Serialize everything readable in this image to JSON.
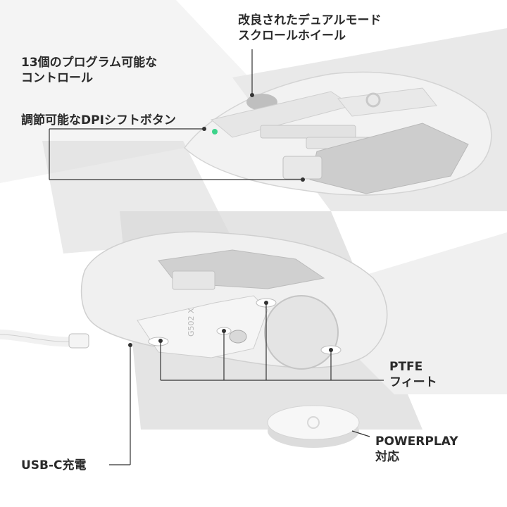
{
  "callouts": {
    "scroll_wheel": [
      "改良されたデュアルモード",
      "スクロールホイール"
    ],
    "programmable": [
      "13個のプログラム可能な",
      "コントロール"
    ],
    "dpi_shift": "調節可能なDPIシフトボタン",
    "ptfe_feet": [
      "PTFE",
      "フィート"
    ],
    "powerplay": [
      "POWERPLAY",
      "対応"
    ],
    "usb_c": "USB-C充電"
  },
  "product": {
    "model_text": "G502 X",
    "accent_color": "#3cd38a",
    "body_color": "#eeeeee",
    "grip_color": "#c9c9c9"
  }
}
